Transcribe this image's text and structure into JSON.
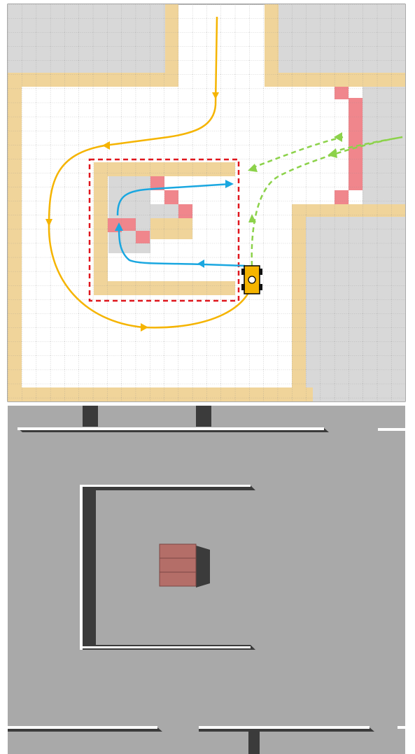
{
  "figure": {
    "top_panel": {
      "kind": "occupancy-grid-map",
      "grid_cell_count": [
        28,
        28
      ],
      "colors": {
        "free": "#ffffff",
        "wall": "#f0d49a",
        "unknown": "#d8d8d8",
        "obstacle": "#f0868c",
        "grid": "#8a8a8a",
        "path_orange": "#f5b400",
        "path_blue": "#1aa7e0",
        "path_green_dashed": "#8cd24a",
        "highlight_box": "#e0171e",
        "robot_body": "#f5b400"
      },
      "icons": [
        "robot-icon"
      ]
    },
    "bottom_panel": {
      "kind": "simulated-top-down-render",
      "colors": {
        "floor": "#a9a9a9",
        "wall_face": "#ffffff",
        "wall_shadow": "#3b3b3b",
        "box": "#b46e68"
      },
      "icons": [
        "stacked-boxes-icon"
      ]
    }
  }
}
